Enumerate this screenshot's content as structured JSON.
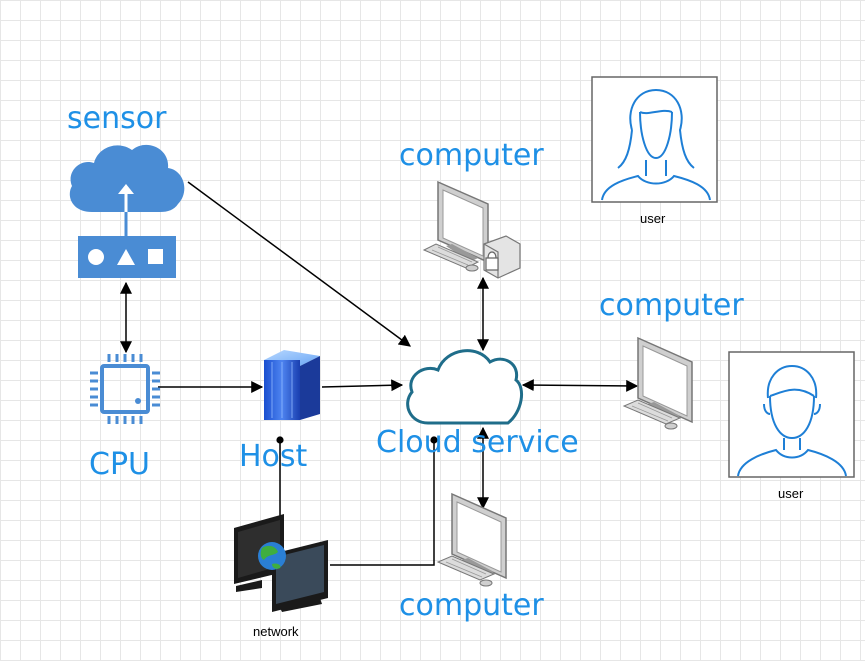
{
  "colors": {
    "label_blue": "#1e90e6",
    "icon_blue": "#4a8cd4",
    "cloud_outline": "#1f6d8a",
    "edge": "#000000",
    "grid": "#e6e6e6"
  },
  "labels": {
    "sensor": "sensor",
    "computer_top": "computer",
    "computer_right": "computer",
    "computer_bottom": "computer",
    "cpu": "CPU",
    "host": "Host",
    "cloud": "Cloud service",
    "network": "network",
    "user_top": "user",
    "user_right": "user"
  },
  "icons": {
    "sensor": "cloud-upload-sensor-icon",
    "cpu": "cpu-chip-icon",
    "host": "server-host-icon",
    "cloud": "cloud-icon",
    "computer": "desktop-computer-icon",
    "network": "network-computers-icon",
    "user_female": "female-user-avatar-icon",
    "user_male": "male-user-avatar-icon"
  }
}
